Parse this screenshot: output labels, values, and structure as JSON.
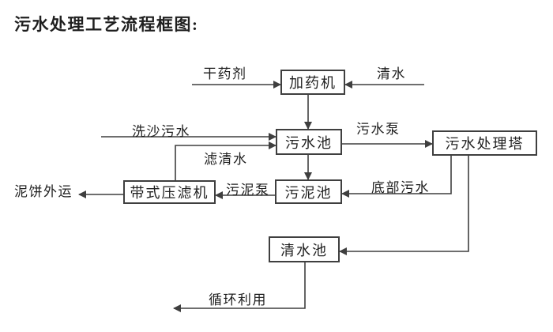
{
  "title": "污水处理工艺流程框图:",
  "nodes": {
    "dosing_machine": "加药机",
    "sewage_pool": "污水池",
    "treatment_tower": "污水处理塔",
    "sludge_pool": "污泥池",
    "belt_filter_press": "带式压滤机",
    "clean_water_pool": "清水池"
  },
  "flow_labels": {
    "dry_chemical": "干药剂",
    "clean_water": "清水",
    "sand_wash_sewage": "洗沙污水",
    "sewage_pump": "污水泵",
    "filtered_water": "滤清水",
    "sludge_pump": "污泥泵",
    "bottom_sewage": "底部污水",
    "mud_cake_out": "泥饼外运",
    "recycling": "循环利用"
  },
  "edges": [
    {
      "from": "干药剂",
      "to": "加药机",
      "label": ""
    },
    {
      "from": "清水",
      "to": "加药机",
      "label": ""
    },
    {
      "from": "加药机",
      "to": "污水池",
      "label": ""
    },
    {
      "from": "洗沙污水",
      "to": "污水池",
      "label": ""
    },
    {
      "from": "带式压滤机",
      "to": "污水池",
      "label": "滤清水"
    },
    {
      "from": "污水池",
      "to": "污水处理塔",
      "label": "污水泵"
    },
    {
      "from": "污水池",
      "to": "污泥池",
      "label": ""
    },
    {
      "from": "污泥池",
      "to": "带式压滤机",
      "label": "污泥泵"
    },
    {
      "from": "带式压滤机",
      "to": "泥饼外运",
      "label": ""
    },
    {
      "from": "污水处理塔",
      "to": "污泥池",
      "label": "底部污水"
    },
    {
      "from": "污水处理塔",
      "to": "清水池",
      "label": ""
    },
    {
      "from": "清水池",
      "to": "循环利用",
      "label": ""
    }
  ],
  "colors": {
    "ink": "#1f1f1f",
    "line": "#3f3f3f",
    "background": "#ffffff"
  }
}
